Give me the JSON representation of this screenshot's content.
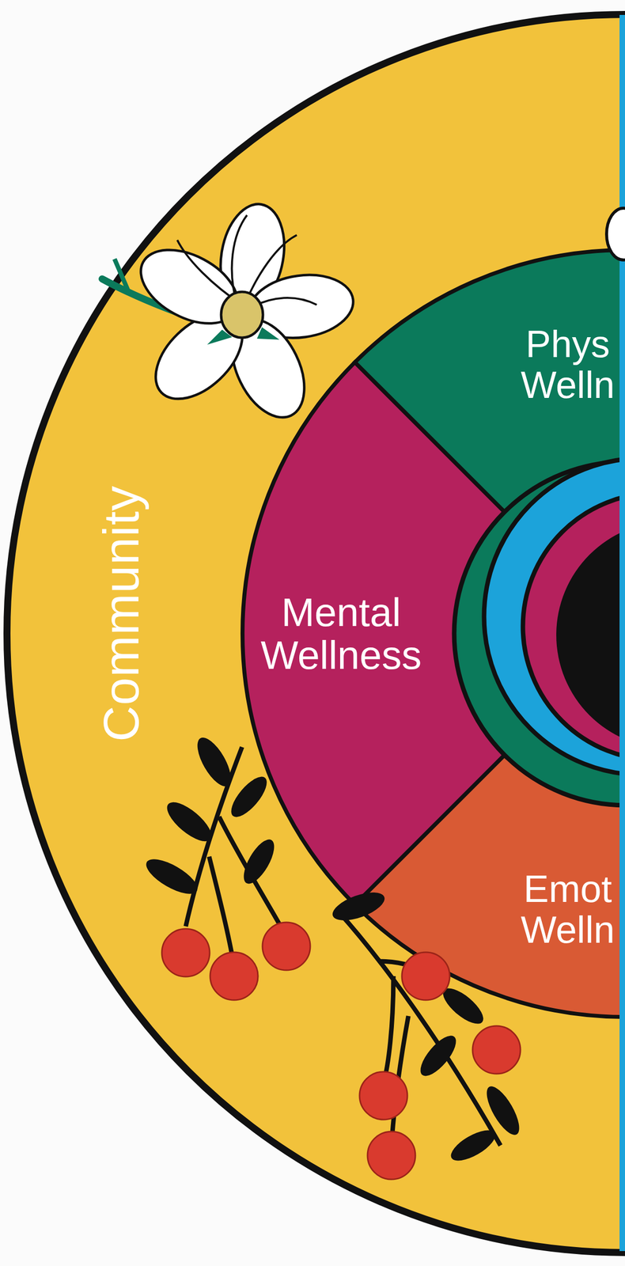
{
  "diagram": {
    "nodes": [
      {
        "text": [
          "Community"
        ]
      },
      {
        "text": [
          "Mental Wellness"
        ],
        "in": 0
      },
      {
        "text": [
          "Phys Welln"
        ],
        "in": 0
      },
      {
        "text": [
          "Emot Welln"
        ],
        "in": 0
      }
    ]
  }
}
